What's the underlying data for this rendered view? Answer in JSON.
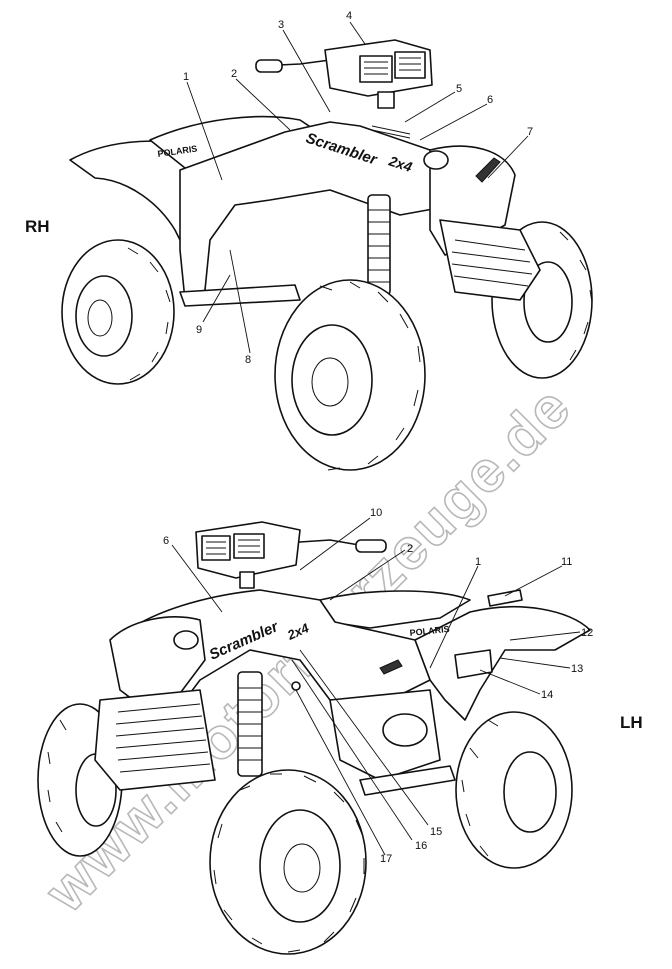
{
  "side_labels": {
    "right": "RH",
    "left": "LH"
  },
  "decals": {
    "brand": "POLARIS",
    "model": "Scrambler",
    "model_suffix": "2x4"
  },
  "watermark": "www.motorfahrzeuge.de",
  "callouts": {
    "rh": [
      "1",
      "2",
      "3",
      "4",
      "5",
      "6",
      "7",
      "8",
      "9"
    ],
    "lh": [
      "10",
      "2",
      "6",
      "1",
      "11",
      "12",
      "13",
      "14",
      "15",
      "16",
      "17"
    ]
  }
}
